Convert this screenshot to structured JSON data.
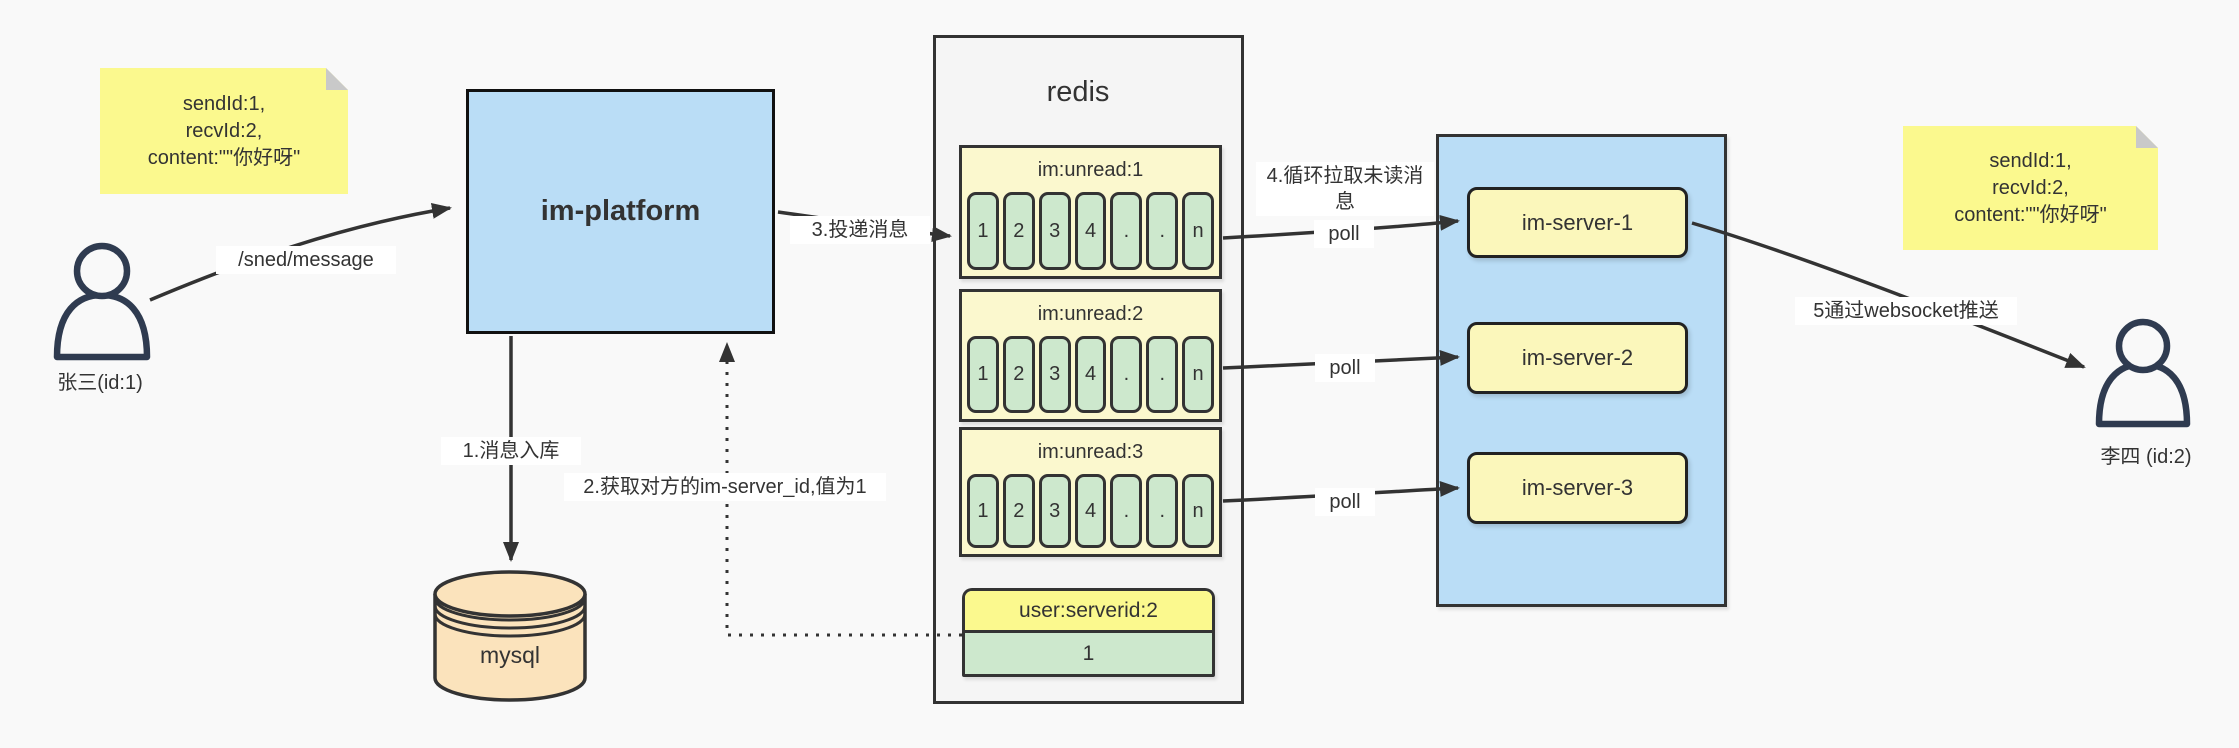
{
  "colors": {
    "note_yellow": "#fbf98e",
    "box_blue": "#baddf6",
    "queue_yellow": "#fbf8ce",
    "server_yellow": "#fbf7bb",
    "cell_green": "#cde8cd",
    "mysql_tan": "#fbe3bc",
    "stroke": "#333333"
  },
  "notes": {
    "left": {
      "line1": "sendId:1,",
      "line2": "recvId:2,",
      "line3": "content:\"\"你好呀\""
    },
    "right": {
      "line1": "sendId:1,",
      "line2": "recvId:2,",
      "line3": "content:\"\"你好呀\""
    }
  },
  "actors": {
    "sender": {
      "label": "张三(id:1)"
    },
    "receiver": {
      "label": "李四 (id:2)"
    }
  },
  "platform": {
    "label": "im-platform"
  },
  "mysql": {
    "label": "mysql"
  },
  "redis": {
    "title": "redis",
    "queues": [
      {
        "header": "im:unread:1",
        "cells": [
          "1",
          "2",
          "3",
          "4",
          ".",
          ".",
          "n"
        ]
      },
      {
        "header": "im:unread:2",
        "cells": [
          "1",
          "2",
          "3",
          "4",
          ".",
          ".",
          "n"
        ]
      },
      {
        "header": "im:unread:3",
        "cells": [
          "1",
          "2",
          "3",
          "4",
          ".",
          ".",
          "n"
        ]
      }
    ],
    "mapping": {
      "header": "user:serverid:2",
      "value": "1"
    }
  },
  "servers": [
    {
      "label": "im-server-1"
    },
    {
      "label": "im-server-2"
    },
    {
      "label": "im-server-3"
    }
  ],
  "edges": {
    "send": "/sned/message",
    "step1": "1.消息入库",
    "step2": "2.获取对方的im-server_id,值为1",
    "step3": "3.投递消息",
    "step4": "4.循环拉取未读消息",
    "poll": "poll",
    "step5": "5通过websocket推送"
  }
}
